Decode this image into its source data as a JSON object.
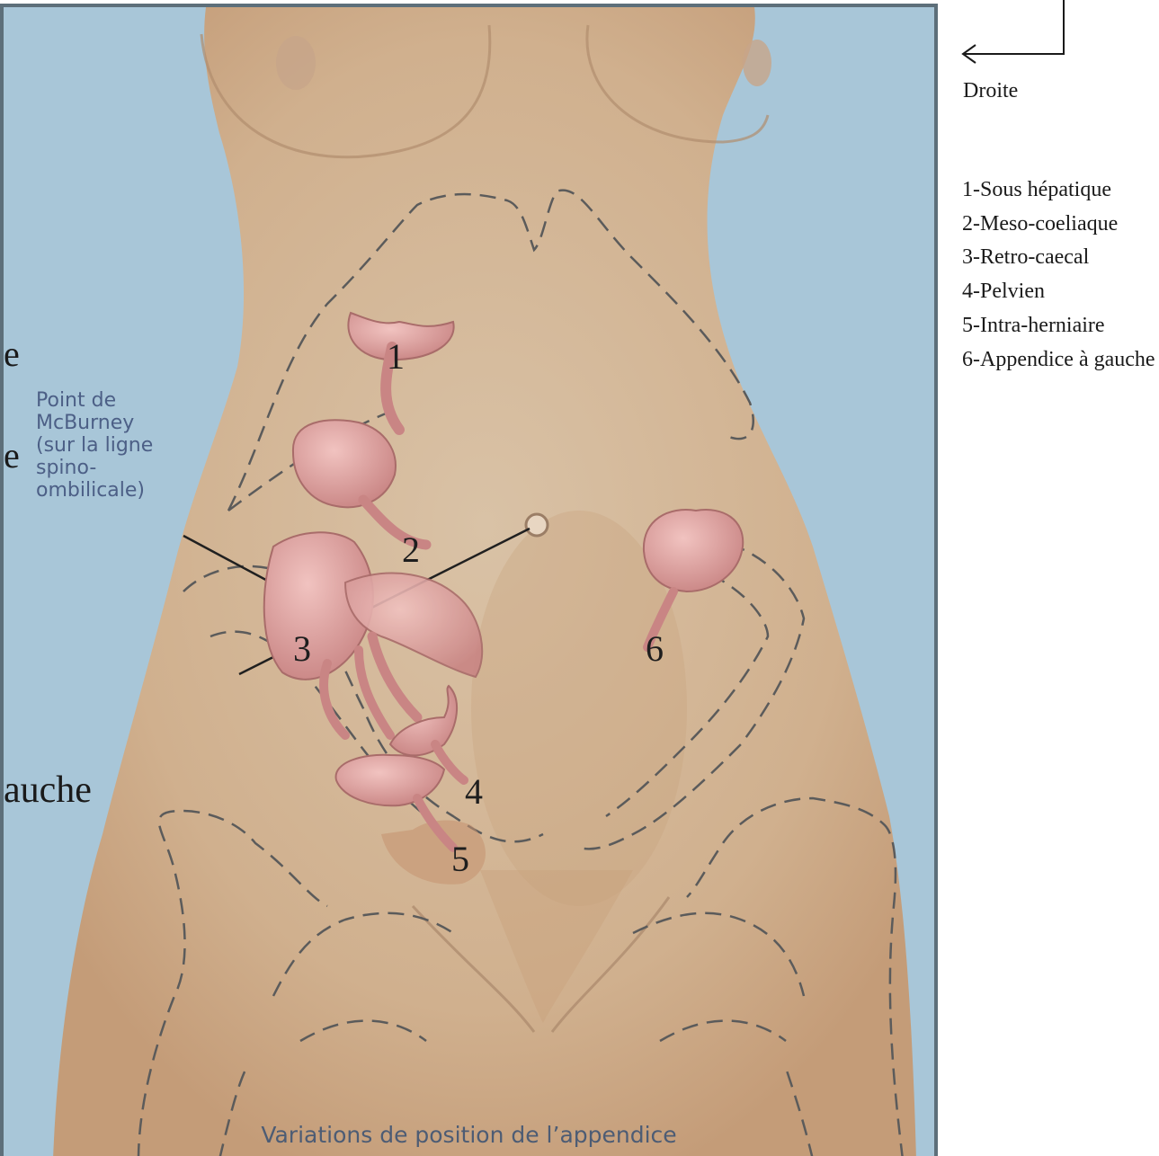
{
  "figure": {
    "caption": "Variations de position de l’appendice",
    "mcburney_label": "Point de\nMcBurney\n(sur la ligne\nspino-\nombilicale)",
    "positions": [
      "1",
      "2",
      "3",
      "4",
      "5",
      "6"
    ],
    "cut_text": {
      "e1": "e",
      "e2": "e",
      "auche": "auche"
    },
    "colors": {
      "background": "#a8c6d8",
      "skin": "#d6b99a",
      "appendix": "#d89a98",
      "border": "#5d6f7a"
    }
  },
  "orientation": {
    "label": "Droite",
    "icon": "bent-arrow-left-icon"
  },
  "legend": {
    "items": [
      "1-Sous hépatique",
      "2-Meso-coeliaque",
      "3-Retro-caecal",
      "4-Pelvien",
      "5-Intra-herniaire",
      "6-Appendice à gauche"
    ]
  }
}
